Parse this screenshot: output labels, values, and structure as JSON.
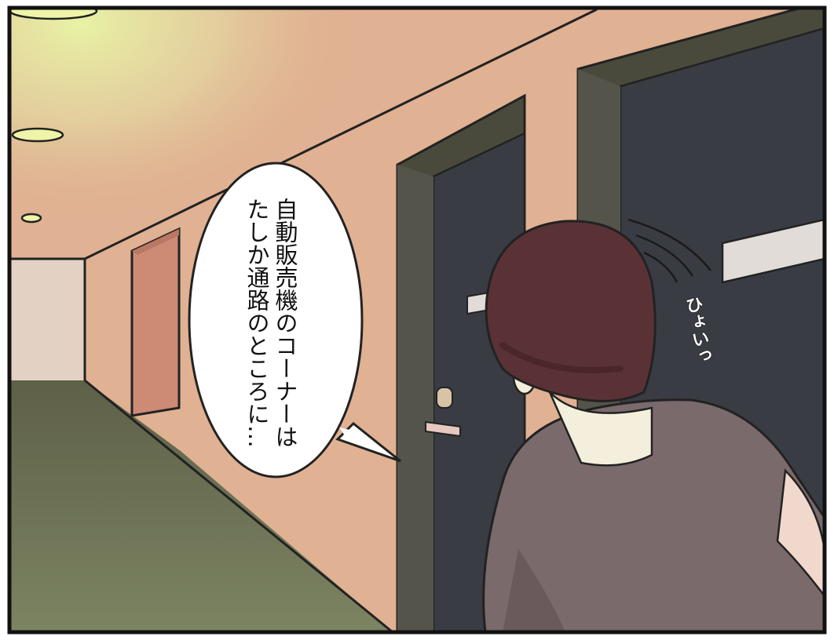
{
  "speech_bubble": {
    "lines": [
      "自動販売機のコーナーは",
      "たしか通路のところに…"
    ]
  },
  "sound_effect": {
    "text": "ひょいっ"
  },
  "colors": {
    "wall": "#e0b192",
    "ceiling_light": "#e6f0a0",
    "floor": "#6e7458",
    "door_dark": "#3a3c44",
    "door_frame": "#4a4a3c",
    "hair": "#5a3236",
    "shirt": "#7a6a6c",
    "skin": "#f4eedd"
  }
}
